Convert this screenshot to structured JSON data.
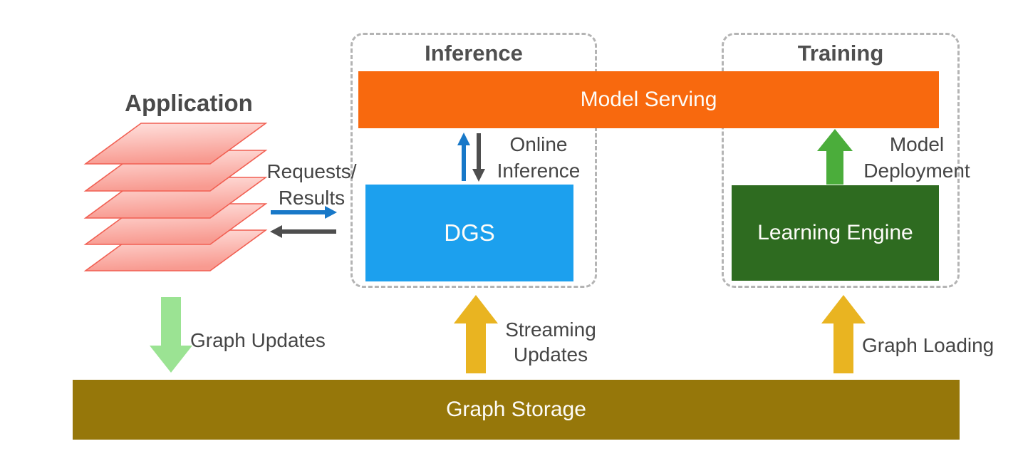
{
  "application": {
    "title": "Application"
  },
  "inference_group": {
    "title": "Inference"
  },
  "training_group": {
    "title": "Training"
  },
  "boxes": {
    "model_serving": "Model Serving",
    "dgs": "DGS",
    "learning_engine": "Learning Engine",
    "graph_storage": "Graph Storage"
  },
  "labels": {
    "requests_line1": "Requests/",
    "requests_line2": "Results",
    "online_line1": "Online",
    "online_line2": "Inference",
    "deploy_line1": "Model",
    "deploy_line2": "Deployment",
    "graph_updates": "Graph Updates",
    "streaming_line1": "Streaming",
    "streaming_line2": "Updates",
    "graph_loading": "Graph Loading"
  },
  "colors": {
    "model_serving_bar": "#f8690e",
    "dgs_box": "#1ca0ee",
    "learning_engine_box": "#2e6b20",
    "graph_storage_bar": "#96770a",
    "yellow_arrow": "#e9b421",
    "light_green_arrow": "#9be393",
    "green_arrow": "#4bad3b",
    "blue_arrow": "#1878c8",
    "gray_arrow": "#4e4e4e",
    "app_layer_fill_light": "#ffe4e1",
    "app_layer_fill_dark": "#f89a90",
    "app_layer_border": "#f15f52",
    "dashed_border": "#b4b4b4",
    "label_text": "#454545"
  }
}
